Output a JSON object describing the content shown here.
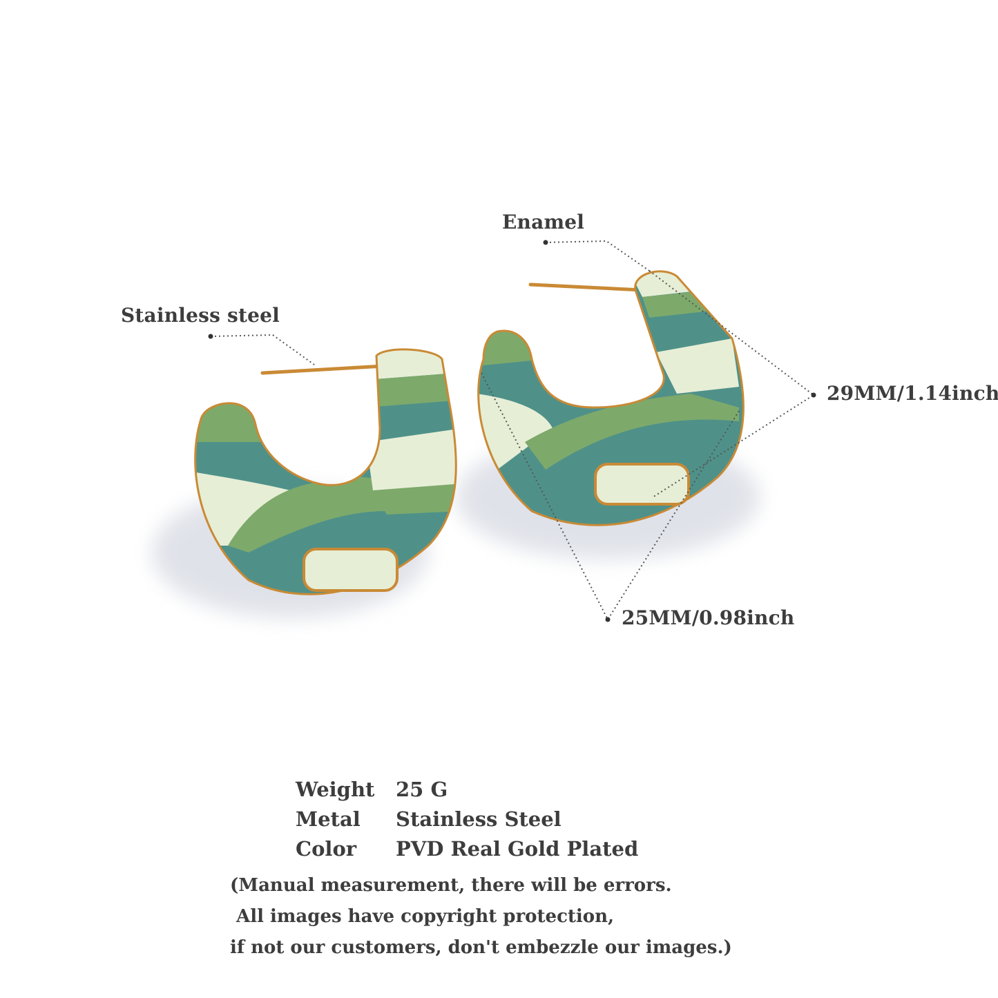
{
  "labels": {
    "stainless": "Stainless steel",
    "enamel": "Enamel",
    "height": "29MM/1.14inch",
    "width": "25MM/0.98inch"
  },
  "specs": [
    {
      "key": "Weight",
      "value": "25 G"
    },
    {
      "key": "Metal",
      "value": "Stainless Steel"
    },
    {
      "key": "Color",
      "value": "PVD Real Gold Plated"
    }
  ],
  "notes": [
    "(Manual measurement, there will be errors.",
    " All images have copyright protection,",
    "if not our customers, don't embezzle our images.)"
  ],
  "colors": {
    "teal": "#4f9189",
    "cream": "#e7eed6",
    "olive": "#7da96b",
    "gold": "#c98a35",
    "text": "#3d3d3d"
  }
}
